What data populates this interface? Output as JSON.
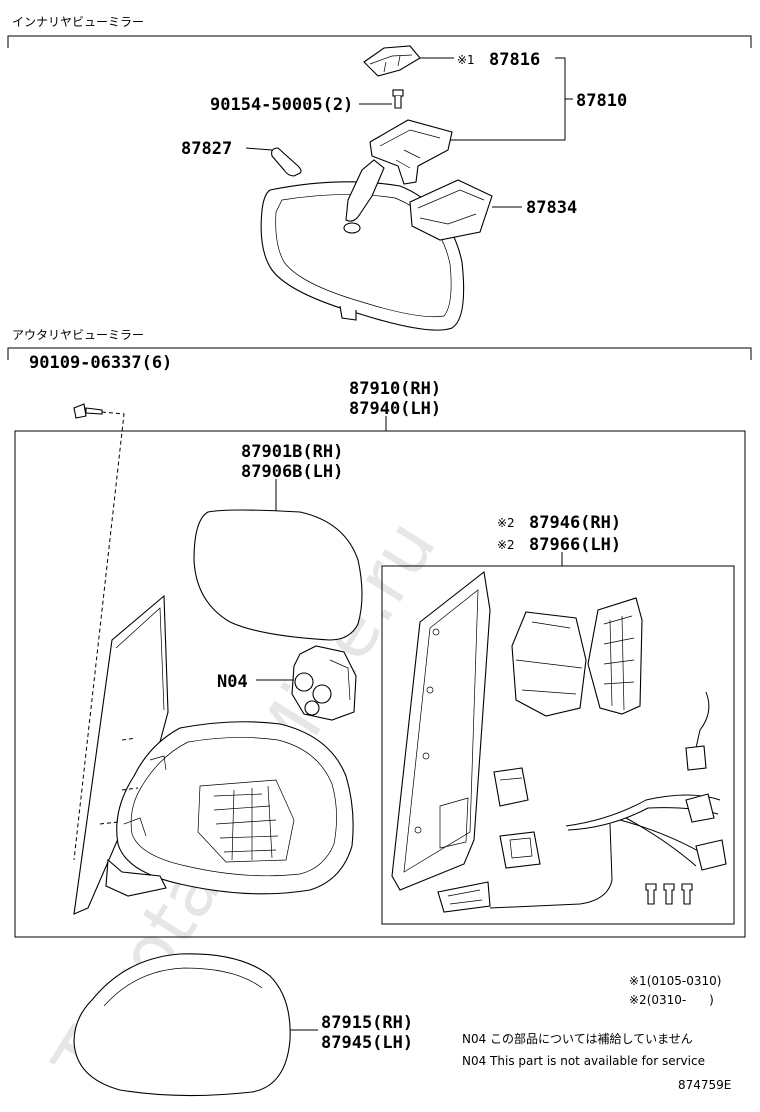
{
  "watermark": "ToyotaCarMine.ru",
  "sections": {
    "inner": "インナリヤビューミラー",
    "outer": "アウタリヤビューミラー"
  },
  "inner_parts": {
    "p87816": "87816",
    "mark1": "※1",
    "p87810": "87810",
    "p90154": "90154-50005(2)",
    "p87827": "87827",
    "p87834": "87834"
  },
  "outer_parts": {
    "p90109": "90109-06337(6)",
    "p87910": "87910(RH)",
    "p87940": "87940(LH)",
    "p87901": "87901B(RH)",
    "p87906": "87906B(LH)",
    "mark2a": "※2",
    "p87946": "87946(RH)",
    "mark2b": "※2",
    "p87966": "87966(LH)",
    "pN04": "N04",
    "p87915": "87915(RH)",
    "p87945": "87945(LH)"
  },
  "notes": {
    "note1": "※1(0105-0310)",
    "note2": "※2(0310-      )",
    "n04_jp": "N04 この部品については補給していません",
    "n04_en": "N04 This part is not available for service"
  },
  "figure_id": "874759E"
}
